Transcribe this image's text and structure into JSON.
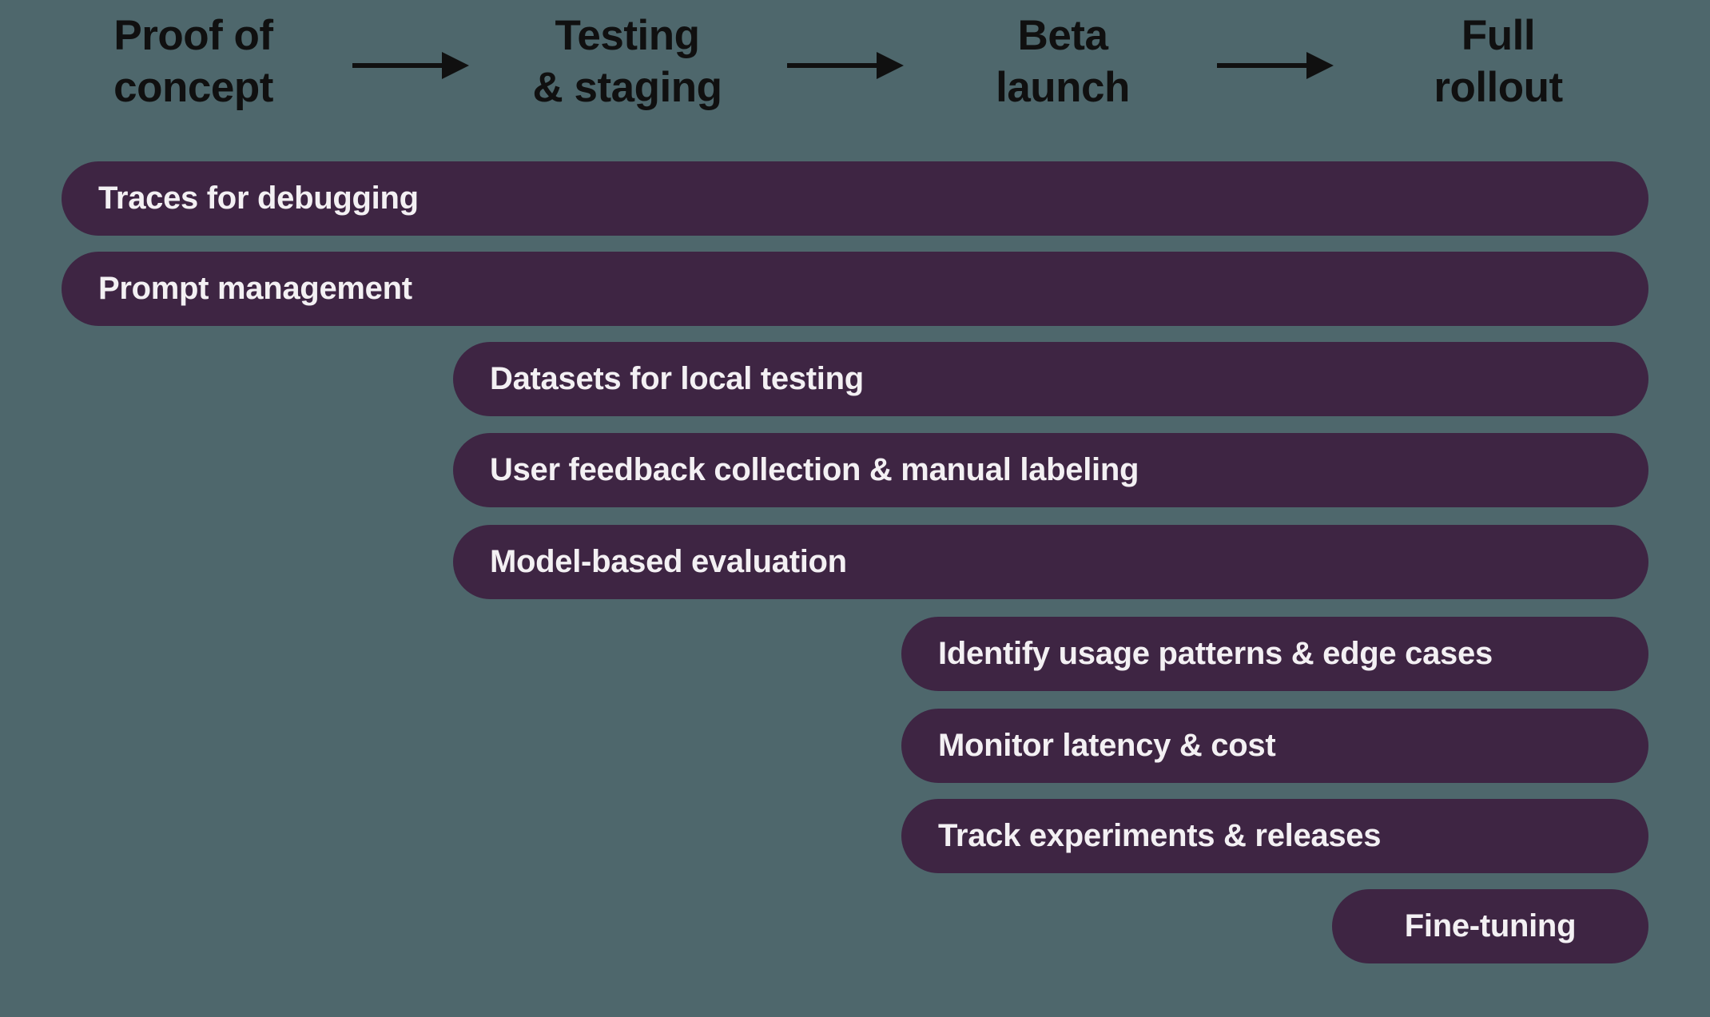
{
  "colors": {
    "background": "#4e676c",
    "bar_fill": "#3e2543",
    "bar_text": "#f3f0f3",
    "text": "#101010"
  },
  "stages": [
    {
      "label": "Proof of concept",
      "line1": "Proof of",
      "line2": "concept"
    },
    {
      "label": "Testing & staging",
      "line1": "Testing",
      "line2": "& staging"
    },
    {
      "label": "Beta launch",
      "line1": "Beta",
      "line2": "launch"
    },
    {
      "label": "Full rollout",
      "line1": "Full",
      "line2": "rollout"
    }
  ],
  "arrows": [
    {
      "from": "Proof of concept",
      "to": "Testing & staging"
    },
    {
      "from": "Testing & staging",
      "to": "Beta launch"
    },
    {
      "from": "Beta launch",
      "to": "Full rollout"
    }
  ],
  "bars": [
    {
      "label": "Traces for debugging",
      "starts_at": "Proof of concept",
      "ends_at": "Full rollout"
    },
    {
      "label": "Prompt management",
      "starts_at": "Proof of concept",
      "ends_at": "Full rollout"
    },
    {
      "label": "Datasets for local testing",
      "starts_at": "Testing & staging",
      "ends_at": "Full rollout"
    },
    {
      "label": "User feedback collection & manual labeling",
      "starts_at": "Testing & staging",
      "ends_at": "Full rollout"
    },
    {
      "label": "Model-based evaluation",
      "starts_at": "Testing & staging",
      "ends_at": "Full rollout"
    },
    {
      "label": "Identify usage patterns & edge cases",
      "starts_at": "Beta launch",
      "ends_at": "Full rollout"
    },
    {
      "label": "Monitor latency & cost",
      "starts_at": "Beta launch",
      "ends_at": "Full rollout"
    },
    {
      "label": "Track experiments & releases",
      "starts_at": "Beta launch",
      "ends_at": "Full rollout"
    },
    {
      "label": "Fine-tuning",
      "starts_at": "Full rollout",
      "ends_at": "Full rollout"
    }
  ]
}
